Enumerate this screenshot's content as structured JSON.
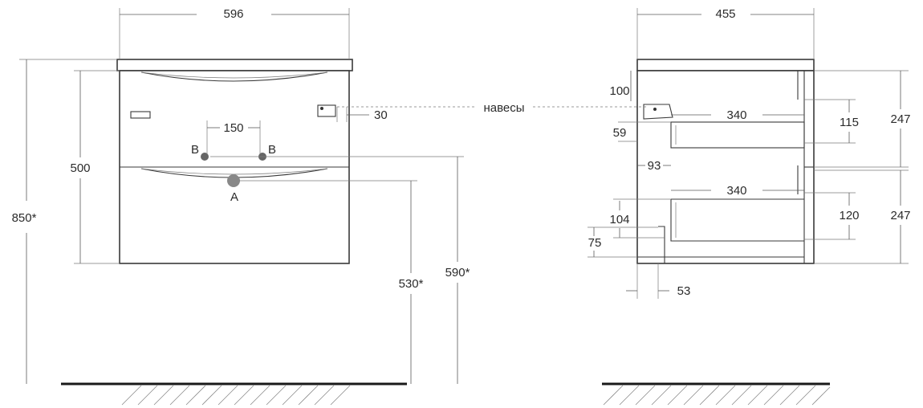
{
  "front": {
    "width": "596",
    "overall_height": "850*",
    "body_height": "500",
    "hole_spacing": "150",
    "hinge_offset": "30",
    "label_b_left": "B",
    "label_b_right": "B",
    "label_a": "A",
    "height_a": "530*",
    "height_b": "590*"
  },
  "side": {
    "depth": "455",
    "hinge_label": "навесы",
    "hinge_top": "100",
    "upper_drawer_depth": "340",
    "lower_drawer_depth": "340",
    "upper_gap": "59",
    "inner_offset": "93",
    "lower_top": "104",
    "bottom_offset": "75",
    "plinth_depth": "53",
    "upper_front_height": "247",
    "lower_front_height": "247",
    "upper_box_height": "115",
    "lower_box_height": "120"
  }
}
